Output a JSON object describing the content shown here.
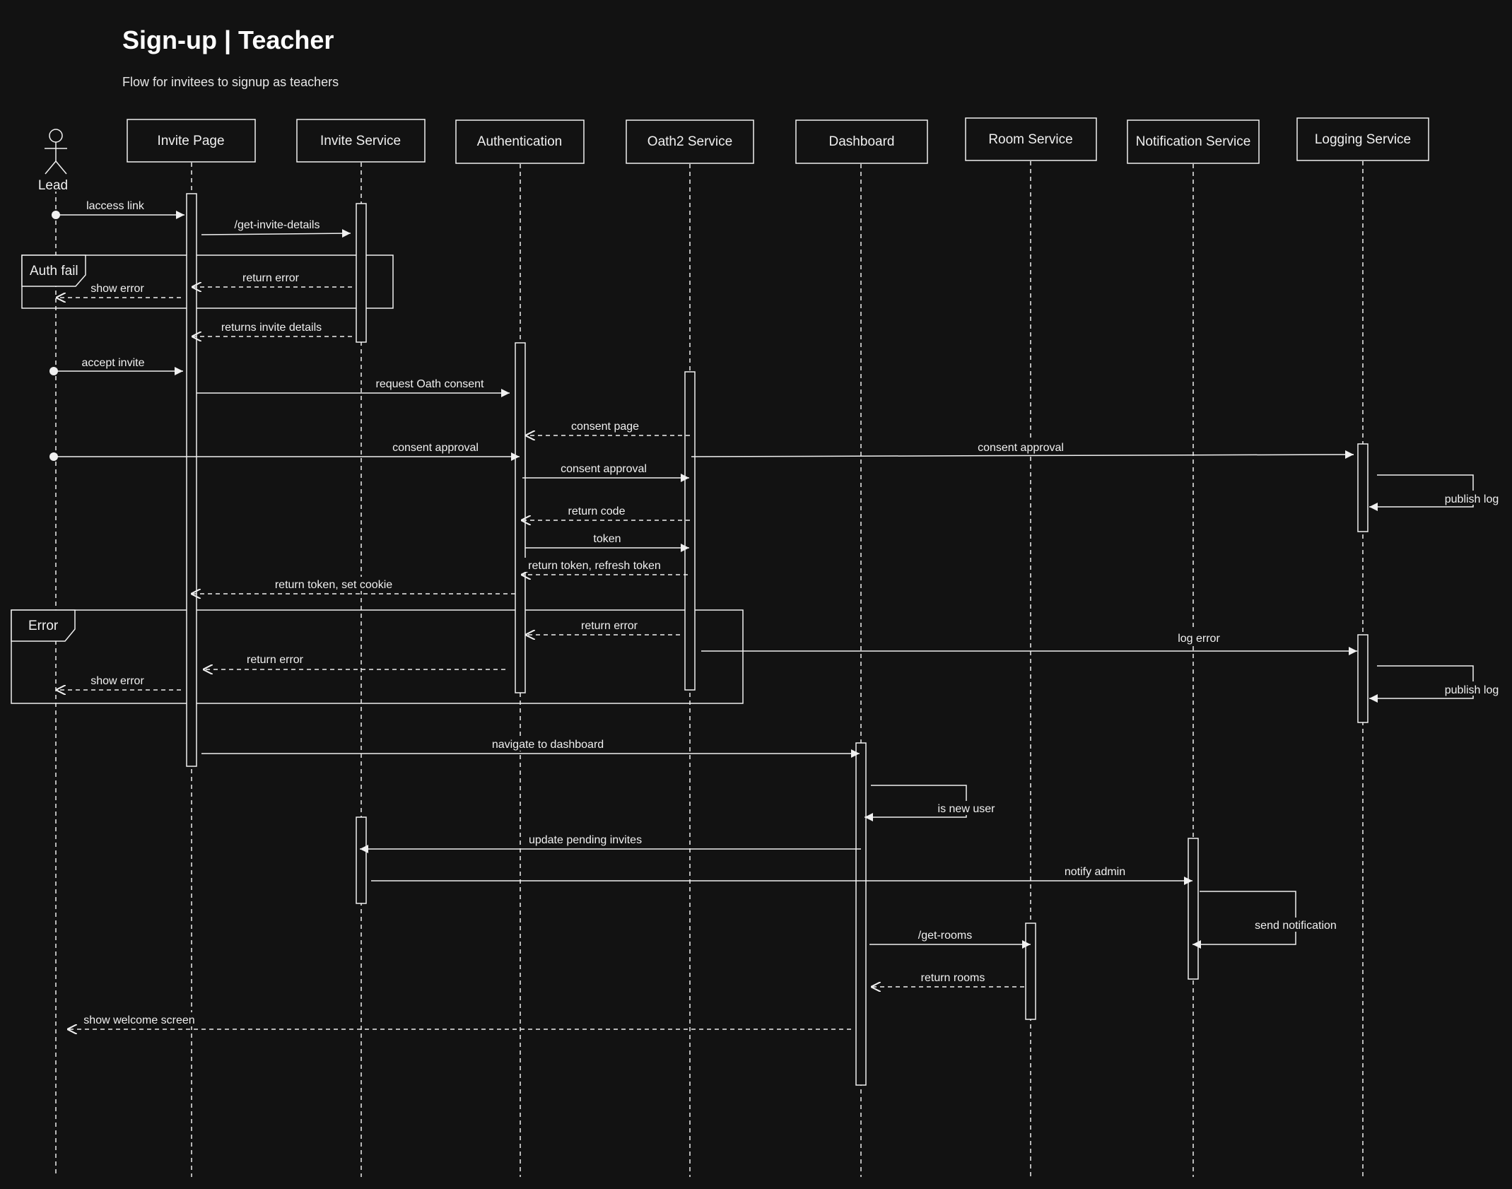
{
  "header": {
    "title": "Sign-up | Teacher",
    "subtitle": "Flow for invitees to signup as teachers"
  },
  "actor": {
    "label": "Lead",
    "icon": "stick-figure-icon"
  },
  "participants": [
    {
      "id": "invite_page",
      "label": "Invite Page"
    },
    {
      "id": "invite_service",
      "label": "Invite Service"
    },
    {
      "id": "authentication",
      "label": "Authentication"
    },
    {
      "id": "oath2_service",
      "label": "Oath2 Service"
    },
    {
      "id": "dashboard",
      "label": "Dashboard"
    },
    {
      "id": "room_service",
      "label": "Room Service"
    },
    {
      "id": "notification_service",
      "label": "Notification Service"
    },
    {
      "id": "logging_service",
      "label": "Logging Service"
    }
  ],
  "fragments": [
    {
      "id": "auth_fail",
      "label": "Auth fail"
    },
    {
      "id": "error",
      "label": "Error"
    }
  ],
  "messages": [
    {
      "id": "m1",
      "label": "laccess link",
      "from": "lead",
      "to": "invite_page",
      "kind": "sync"
    },
    {
      "id": "m2",
      "label": "/get-invite-details",
      "from": "invite_page",
      "to": "invite_service",
      "kind": "sync"
    },
    {
      "id": "m3",
      "label": "return error",
      "from": "invite_service",
      "to": "invite_page",
      "kind": "return"
    },
    {
      "id": "m4",
      "label": "show error",
      "from": "invite_page",
      "to": "lead",
      "kind": "return"
    },
    {
      "id": "m5",
      "label": "returns invite details",
      "from": "invite_service",
      "to": "invite_page",
      "kind": "return"
    },
    {
      "id": "m6",
      "label": "accept invite",
      "from": "lead",
      "to": "invite_page",
      "kind": "sync"
    },
    {
      "id": "m7",
      "label": "request Oath consent",
      "from": "invite_page",
      "to": "authentication",
      "kind": "sync"
    },
    {
      "id": "m8",
      "label": "consent page",
      "from": "oath2_service",
      "to": "authentication",
      "kind": "return"
    },
    {
      "id": "m9",
      "label": "consent approval",
      "from": "lead",
      "to": "authentication",
      "kind": "sync"
    },
    {
      "id": "m10",
      "label": "consent approval",
      "from": "oath2_service",
      "to": "logging_service",
      "kind": "sync"
    },
    {
      "id": "m11",
      "label": "consent approval",
      "from": "authentication",
      "to": "oath2_service",
      "kind": "sync"
    },
    {
      "id": "m12",
      "label": "publish log",
      "from": "logging_service",
      "to": "logging_service",
      "kind": "self"
    },
    {
      "id": "m13",
      "label": "return code",
      "from": "oath2_service",
      "to": "authentication",
      "kind": "return"
    },
    {
      "id": "m14",
      "label": "token",
      "from": "authentication",
      "to": "oath2_service",
      "kind": "sync"
    },
    {
      "id": "m15",
      "label": "return token, refresh token",
      "from": "oath2_service",
      "to": "authentication",
      "kind": "return"
    },
    {
      "id": "m16",
      "label": "return token, set cookie",
      "from": "authentication",
      "to": "invite_page",
      "kind": "return"
    },
    {
      "id": "m17",
      "label": "return error",
      "from": "oath2_service",
      "to": "authentication",
      "kind": "return"
    },
    {
      "id": "m18",
      "label": "log error",
      "from": "oath2_service",
      "to": "logging_service",
      "kind": "sync"
    },
    {
      "id": "m19",
      "label": "return error",
      "from": "authentication",
      "to": "invite_page",
      "kind": "return"
    },
    {
      "id": "m20",
      "label": "show error",
      "from": "invite_page",
      "to": "lead",
      "kind": "return"
    },
    {
      "id": "m21",
      "label": "publish log",
      "from": "logging_service",
      "to": "logging_service",
      "kind": "self"
    },
    {
      "id": "m22",
      "label": "navigate to dashboard",
      "from": "invite_page",
      "to": "dashboard",
      "kind": "sync"
    },
    {
      "id": "m23",
      "label": "is new user",
      "from": "dashboard",
      "to": "dashboard",
      "kind": "self"
    },
    {
      "id": "m24",
      "label": "update pending invites",
      "from": "dashboard",
      "to": "invite_service",
      "kind": "sync"
    },
    {
      "id": "m25",
      "label": "notify admin",
      "from": "invite_service",
      "to": "notification_service",
      "kind": "sync"
    },
    {
      "id": "m26",
      "label": "send notification",
      "from": "notification_service",
      "to": "notification_service",
      "kind": "self"
    },
    {
      "id": "m27",
      "label": "/get-rooms",
      "from": "dashboard",
      "to": "room_service",
      "kind": "sync"
    },
    {
      "id": "m28",
      "label": "return rooms",
      "from": "room_service",
      "to": "dashboard",
      "kind": "return"
    },
    {
      "id": "m29",
      "label": "show welcome screen",
      "from": "dashboard",
      "to": "lead",
      "kind": "return"
    }
  ],
  "colors": {
    "background": "#121212",
    "line": "#f0f0f0",
    "text": "#f0f0f0"
  }
}
